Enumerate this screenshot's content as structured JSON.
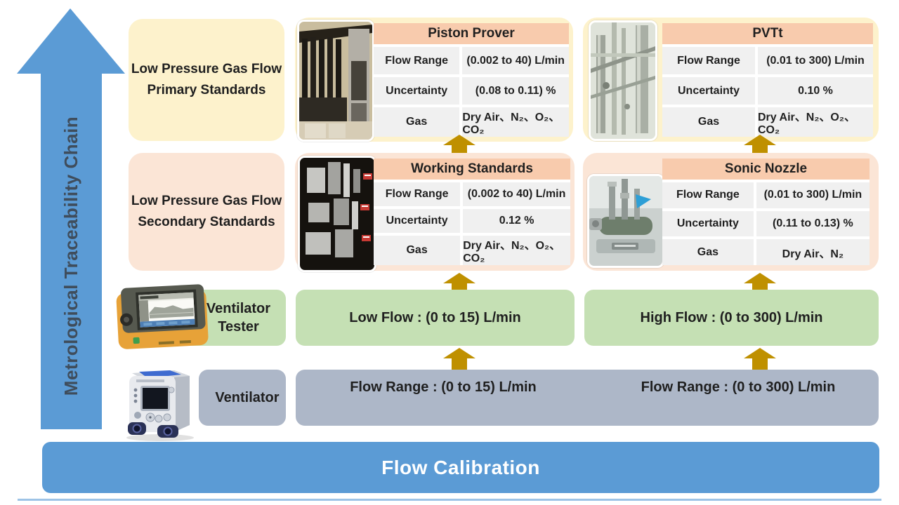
{
  "palette": {
    "chain_arrow_blue": "#5B9BD5",
    "primary_level_yellow": "#FDF2CC",
    "secondary_level_peach": "#FBE5D6",
    "table_header_salmon": "#F8CBAD",
    "table_row_gray": "#F0F0F0",
    "band_green": "#C5E0B4",
    "band_gray": "#ADB7C8",
    "flow_arrow_gold": "#BF9000",
    "footer_blue": "#5B9BD5"
  },
  "traceability_arrow": {
    "label": "Metrological Traceability Chain"
  },
  "levels": {
    "primary": {
      "line1": "Low Pressure Gas Flow",
      "line2": "Primary Standards"
    },
    "secondary": {
      "line1": "Low Pressure Gas Flow",
      "line2": "Secondary Standards"
    },
    "ventilator_tester": {
      "line1": "Ventilator",
      "line2": "Tester"
    },
    "ventilator": {
      "label": "Ventilator"
    }
  },
  "cards": {
    "piston_prover": {
      "title": "Piston Prover",
      "rows": [
        {
          "label": "Flow Range",
          "value": "(0.002 to 40) L/min"
        },
        {
          "label": "Uncertainty",
          "value": "(0.08 to 0.11) %"
        },
        {
          "label": "Gas",
          "value": "Dry Air、N₂、O₂、CO₂"
        }
      ]
    },
    "pvtt": {
      "title": "PVTt",
      "rows": [
        {
          "label": "Flow Range",
          "value": "(0.01 to 300) L/min"
        },
        {
          "label": "Uncertainty",
          "value": "0.10 %"
        },
        {
          "label": "Gas",
          "value": "Dry Air、N₂、O₂、CO₂"
        }
      ]
    },
    "working_standards": {
      "title": "Working Standards",
      "rows": [
        {
          "label": "Flow Range",
          "value": "(0.002 to 40) L/min"
        },
        {
          "label": "Uncertainty",
          "value": "0.12 %"
        },
        {
          "label": "Gas",
          "value": "Dry Air、N₂、O₂、CO₂"
        }
      ]
    },
    "sonic_nozzle": {
      "title": "Sonic Nozzle",
      "rows": [
        {
          "label": "Flow Range",
          "value": "(0.01 to 300) L/min"
        },
        {
          "label": "Uncertainty",
          "value": "(0.11 to 0.13) %"
        },
        {
          "label": "Gas",
          "value": "Dry Air、N₂"
        }
      ]
    }
  },
  "bands": {
    "low_flow": "Low Flow : (0 to 15) L/min",
    "high_flow": "High Flow : (0 to 300) L/min",
    "flow_range_low": "Flow Range : (0 to 15) L/min",
    "flow_range_high": "Flow Range : (0 to 300) L/min"
  },
  "footer": {
    "title": "Flow Calibration"
  }
}
